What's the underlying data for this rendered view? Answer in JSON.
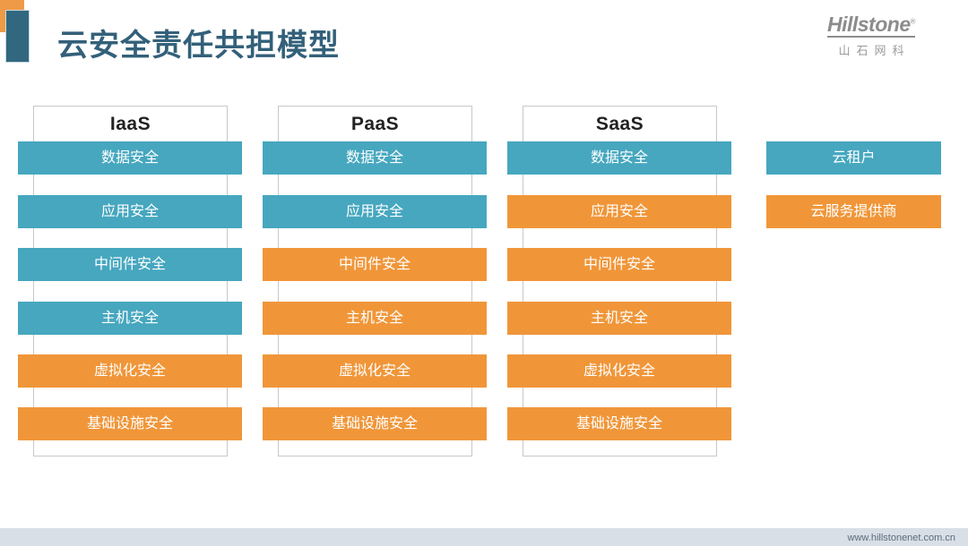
{
  "slide": {
    "title": "云安全责任共担模型",
    "background_color": "#ffffff"
  },
  "brand": {
    "logo_word": "Hillstone",
    "logo_registered": "®",
    "logo_cn": "山石网科",
    "accent_orange": "#F09639",
    "accent_teal": "#46A7BF",
    "title_color": "#33607A",
    "deco_teal": "#31687F",
    "deco_orange": "#EF9A47"
  },
  "chart_data": {
    "type": "table",
    "title": "云安全责任共担模型",
    "categories": [
      "IaaS",
      "PaaS",
      "SaaS"
    ],
    "rows": [
      "数据安全",
      "应用安全",
      "中间件安全",
      "主机安全",
      "虚拟化安全",
      "基础设施安全"
    ],
    "legend": [
      {
        "label": "云租户",
        "color": "#46A7BF"
      },
      {
        "label": "云服务提供商",
        "color": "#F09639"
      }
    ],
    "series": [
      {
        "name": "IaaS",
        "values": [
          "云租户",
          "云租户",
          "云租户",
          "云租户",
          "云服务提供商",
          "云服务提供商"
        ]
      },
      {
        "name": "PaaS",
        "values": [
          "云租户",
          "云租户",
          "云服务提供商",
          "云服务提供商",
          "云服务提供商",
          "云服务提供商"
        ]
      },
      {
        "name": "SaaS",
        "values": [
          "云租户",
          "云服务提供商",
          "云服务提供商",
          "云服务提供商",
          "云服务提供商",
          "云服务提供商"
        ]
      }
    ]
  },
  "columns": [
    {
      "header": "IaaS",
      "cells": [
        {
          "label": "数据安全",
          "owner": "云租户"
        },
        {
          "label": "应用安全",
          "owner": "云租户"
        },
        {
          "label": "中间件安全",
          "owner": "云租户"
        },
        {
          "label": "主机安全",
          "owner": "云租户"
        },
        {
          "label": "虚拟化安全",
          "owner": "云服务提供商"
        },
        {
          "label": "基础设施安全",
          "owner": "云服务提供商"
        }
      ]
    },
    {
      "header": "PaaS",
      "cells": [
        {
          "label": "数据安全",
          "owner": "云租户"
        },
        {
          "label": "应用安全",
          "owner": "云租户"
        },
        {
          "label": "中间件安全",
          "owner": "云服务提供商"
        },
        {
          "label": "主机安全",
          "owner": "云服务提供商"
        },
        {
          "label": "虚拟化安全",
          "owner": "云服务提供商"
        },
        {
          "label": "基础设施安全",
          "owner": "云服务提供商"
        }
      ]
    },
    {
      "header": "SaaS",
      "cells": [
        {
          "label": "数据安全",
          "owner": "云租户"
        },
        {
          "label": "应用安全",
          "owner": "云服务提供商"
        },
        {
          "label": "中间件安全",
          "owner": "云服务提供商"
        },
        {
          "label": "主机安全",
          "owner": "云服务提供商"
        },
        {
          "label": "虚拟化安全",
          "owner": "云服务提供商"
        },
        {
          "label": "基础设施安全",
          "owner": "云服务提供商"
        }
      ]
    }
  ],
  "legend": [
    {
      "label": "云租户",
      "color": "#46A7BF"
    },
    {
      "label": "云服务提供商",
      "color": "#F09639"
    }
  ],
  "footer": {
    "url": "www.hillstonenet.com.cn"
  }
}
